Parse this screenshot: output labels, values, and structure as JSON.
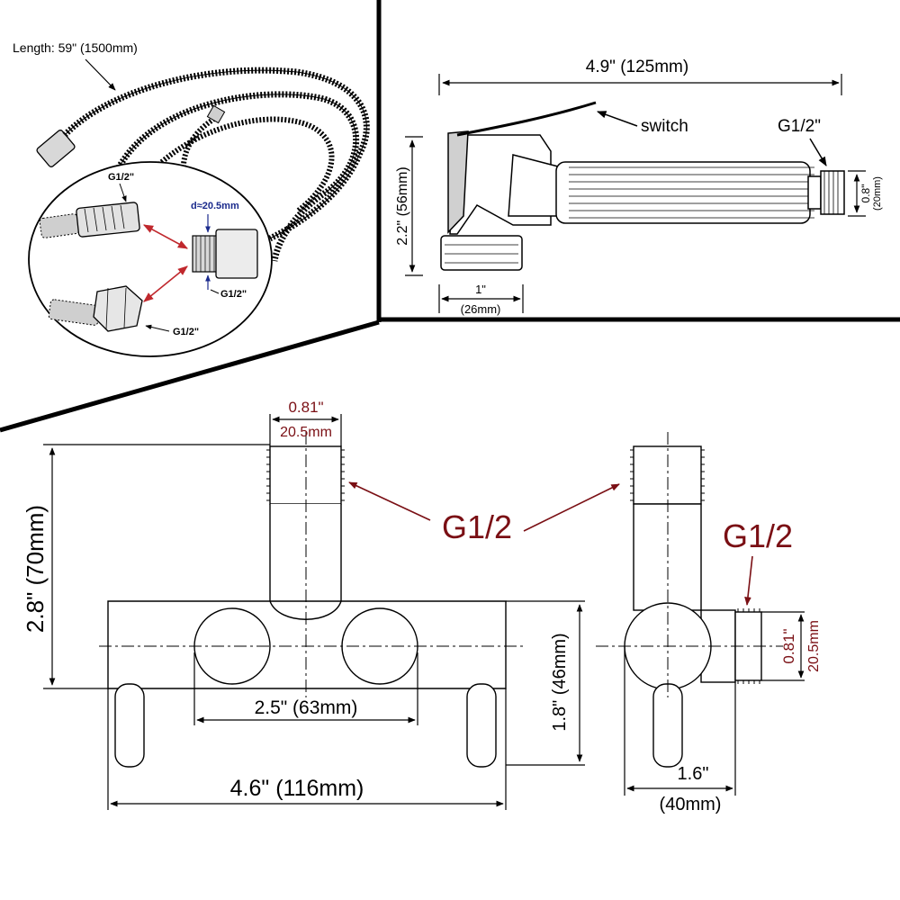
{
  "colors": {
    "ink": "#000000",
    "accent": "#7a0f14",
    "blue_label": "#1a2a8c",
    "pointer": "#c0282d"
  },
  "hose_panel": {
    "length_label": "Length: 59\" (1500mm)",
    "fitting_top_label": "G1/2\"",
    "fitting_adapter_label": "G1/2\"",
    "fitting_bottom_label": "G1/2\"",
    "diameter_label": "d≈20.5mm"
  },
  "sprayer_panel": {
    "length_label": "4.9\" (125mm)",
    "switch_label": "switch",
    "thread_label": "G1/2\"",
    "height_label": "2.2\" (56mm)",
    "base_in": "1\"",
    "base_mm": "(26mm)",
    "tip_in": "0.8\"",
    "tip_mm": "(20mm)"
  },
  "holder_front": {
    "top_in": "0.81\"",
    "top_mm": "20.5mm",
    "thread_label": "G1/2",
    "height_label": "2.8\" (70mm)",
    "spacing_label": "2.5\" (63mm)",
    "body_height_label": "1.8\" (46mm)",
    "width_label": "4.6\" (116mm)"
  },
  "holder_side": {
    "thread_label": "G1/2",
    "side_in": "0.81\"",
    "side_mm": "20.5mm",
    "depth_in": "1.6\"",
    "depth_mm": "(40mm)"
  }
}
